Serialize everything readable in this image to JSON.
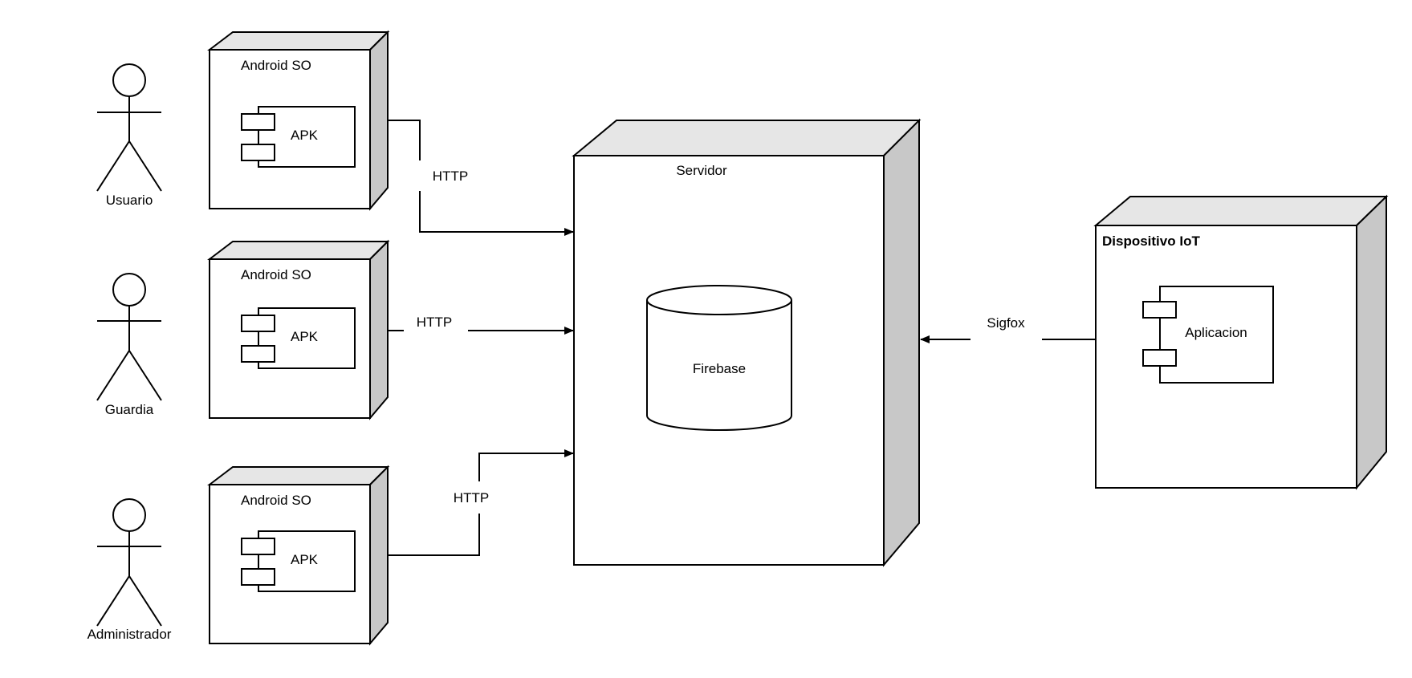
{
  "actors": [
    {
      "label": "Usuario"
    },
    {
      "label": "Guardia"
    },
    {
      "label": "Administrador"
    }
  ],
  "android_nodes": [
    {
      "title": "Android SO",
      "component": "APK"
    },
    {
      "title": "Android SO",
      "component": "APK"
    },
    {
      "title": "Android SO",
      "component": "APK"
    }
  ],
  "connections": [
    {
      "label": "HTTP"
    },
    {
      "label": "HTTP"
    },
    {
      "label": "HTTP"
    },
    {
      "label": "Sigfox"
    }
  ],
  "server": {
    "title": "Servidor",
    "database": "Firebase"
  },
  "iot_device": {
    "title": "Dispositivo IoT",
    "component": "Aplicacion"
  },
  "colors": {
    "stroke": "#000000",
    "box_fill": "#ffffff",
    "top_face": "#e6e6e6",
    "side_face": "#c8c8c8"
  }
}
